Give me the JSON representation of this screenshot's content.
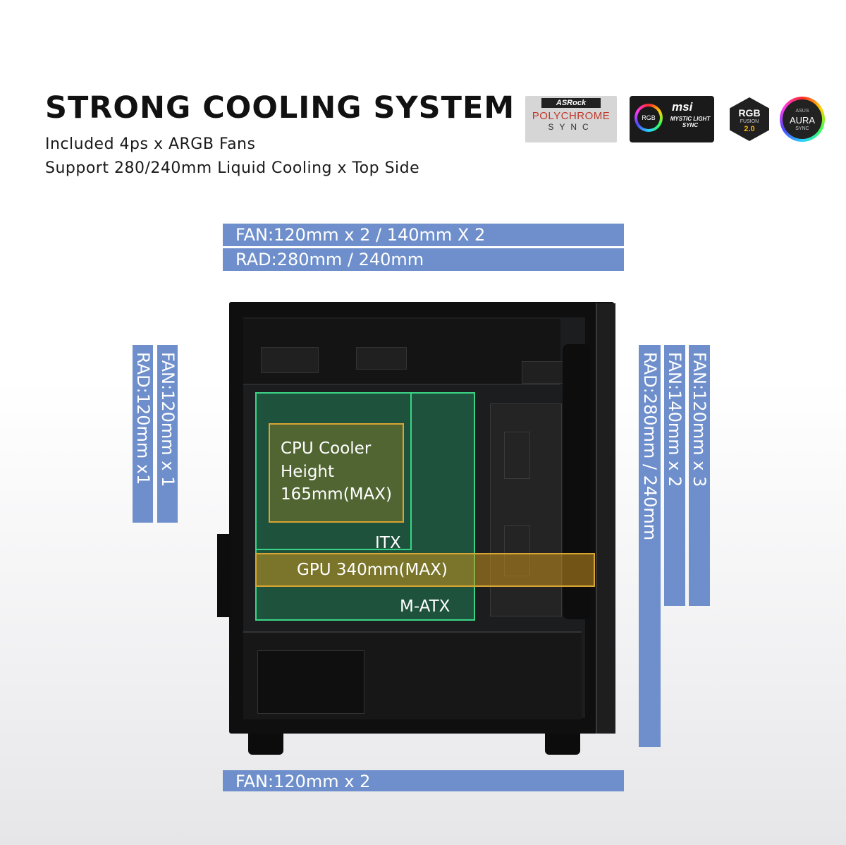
{
  "header": {
    "title": "STRONG COOLING SYSTEM",
    "line1": "Included 4ps x ARGB Fans",
    "line2": "Support 280/240mm Liquid Cooling x Top Side"
  },
  "logos": {
    "asrock": {
      "brand": "ASRock",
      "name": "POLYCHROME",
      "sync": "SYNC"
    },
    "msi": {
      "ring": "RGB",
      "brand": "msi",
      "mystic": "MYSTIC LIGHT SYNC"
    },
    "gigabyte": {
      "rgb": "RGB",
      "fusion": "FUSION",
      "version": "2.0"
    },
    "asus": {
      "brand": "ASUS",
      "aura": "AURA",
      "sync": "SYNC"
    }
  },
  "specs": {
    "top_fan": "FAN:120mm x 2 / 140mm X 2",
    "top_rad": "RAD:280mm / 240mm",
    "rear_rad": "RAD:120mm x1",
    "rear_fan": "FAN:120mm x 1",
    "front_rad": "RAD:280mm / 240mm",
    "front_fan140": "FAN:140mm x 2",
    "front_fan120": "FAN:120mm x 3",
    "bottom_fan": "FAN:120mm x 2"
  },
  "overlays": {
    "cpu_line1": "CPU Cooler",
    "cpu_line2": "Height",
    "cpu_line3": "165mm(MAX)",
    "itx": "ITX",
    "gpu": "GPU 340mm(MAX)",
    "matx": "M-ATX"
  },
  "colors": {
    "spec_bar": "#6e8fcb",
    "board_overlay": "#25a86e",
    "clearance_overlay": "#c6921e"
  }
}
